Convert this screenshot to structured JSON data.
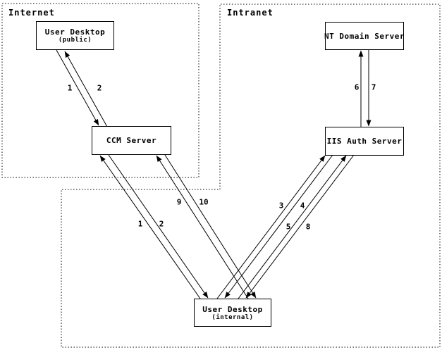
{
  "regions": {
    "internet": {
      "label": "Internet"
    },
    "intranet": {
      "label": "Intranet"
    }
  },
  "nodes": {
    "user_desktop_public": {
      "title": "User Desktop",
      "subtitle": "(public)"
    },
    "ccm_server": {
      "title": "CCM Server"
    },
    "nt_domain_server": {
      "title": "NT Domain Server"
    },
    "iis_auth_server": {
      "title": "IIS Auth Server"
    },
    "user_desktop_internal": {
      "title": "User Desktop",
      "subtitle": "(internal)"
    }
  },
  "edges": [
    {
      "label": "1",
      "from": "user-desktop-public",
      "to": "ccm-server"
    },
    {
      "label": "2",
      "from": "ccm-server",
      "to": "user-desktop-public"
    },
    {
      "label": "1",
      "from": "user-desktop-internal",
      "to": "ccm-server"
    },
    {
      "label": "2",
      "from": "ccm-server",
      "to": "user-desktop-internal"
    },
    {
      "label": "9",
      "from": "user-desktop-internal",
      "to": "ccm-server"
    },
    {
      "label": "10",
      "from": "ccm-server",
      "to": "user-desktop-internal"
    },
    {
      "label": "3",
      "from": "user-desktop-internal",
      "to": "iis-auth-server"
    },
    {
      "label": "4",
      "from": "iis-auth-server",
      "to": "user-desktop-internal"
    },
    {
      "label": "5",
      "from": "user-desktop-internal",
      "to": "iis-auth-server"
    },
    {
      "label": "8",
      "from": "iis-auth-server",
      "to": "user-desktop-internal"
    },
    {
      "label": "6",
      "from": "iis-auth-server",
      "to": "nt-domain-server"
    },
    {
      "label": "7",
      "from": "nt-domain-server",
      "to": "iis-auth-server"
    }
  ],
  "colors": {
    "line": "#000000",
    "background": "#ffffff"
  }
}
